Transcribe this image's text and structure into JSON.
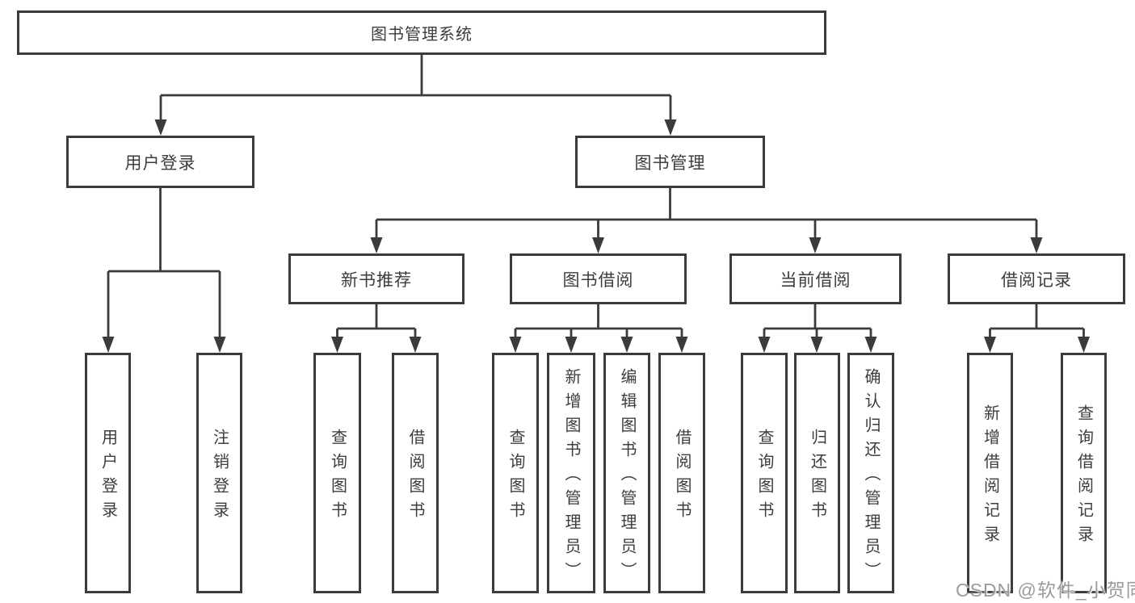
{
  "diagram": {
    "title": "图书管理系统",
    "level2": [
      {
        "label": "用户登录"
      },
      {
        "label": "图书管理"
      }
    ],
    "level3": [
      {
        "label": "新书推荐"
      },
      {
        "label": "图书借阅"
      },
      {
        "label": "当前借阅"
      },
      {
        "label": "借阅记录"
      }
    ],
    "leaves": {
      "user_login": [
        {
          "label": "用户登录"
        },
        {
          "label": "注销登录"
        }
      ],
      "new_book_recommend": [
        {
          "label": "查询图书"
        },
        {
          "label": "借阅图书"
        }
      ],
      "book_borrow": [
        {
          "label": "查询图书"
        },
        {
          "label": "新增图书（管理员）"
        },
        {
          "label": "编辑图书（管理员）"
        },
        {
          "label": "借阅图书"
        }
      ],
      "current_borrow": [
        {
          "label": "查询图书"
        },
        {
          "label": "归还图书"
        },
        {
          "label": "确认归还（管理员）"
        }
      ],
      "borrow_records": [
        {
          "label": "新增借阅记录"
        },
        {
          "label": "查询借阅记录"
        }
      ]
    },
    "watermark": "CSDN @软件_小贺同学",
    "colors": {
      "line": "#3b3b3b",
      "text": "#3d3d3d",
      "watermark": "#9b9b9b",
      "background": "#ffffff"
    }
  }
}
